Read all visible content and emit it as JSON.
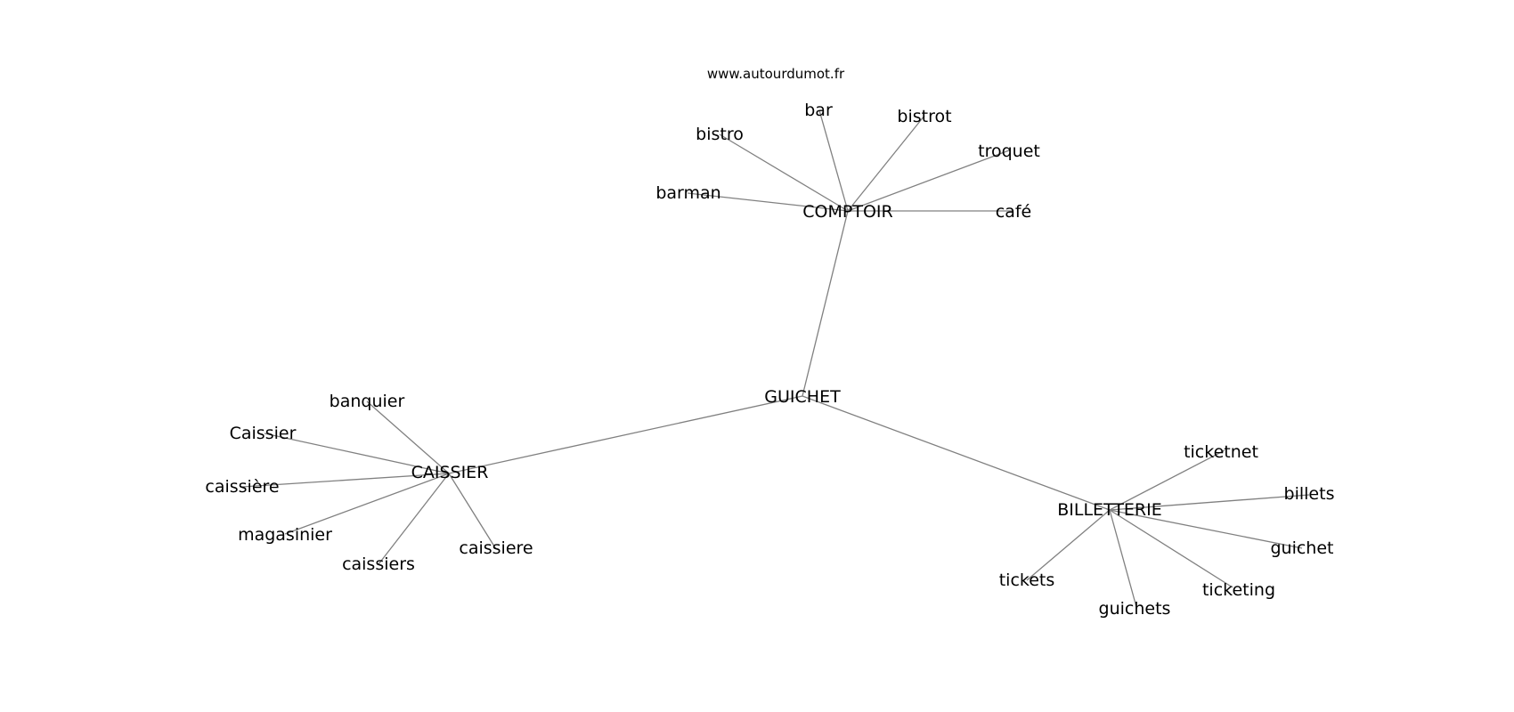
{
  "watermark": "www.autourdumot.fr",
  "colors": {
    "edge": "#808080",
    "text": "#000000",
    "background": "#ffffff"
  },
  "center": "GUICHET",
  "hubs": [
    {
      "label": "COMPTOIR",
      "leaves": [
        "bar",
        "bistrot",
        "bistro",
        "troquet",
        "barman",
        "café"
      ]
    },
    {
      "label": "CAISSIER",
      "leaves": [
        "banquier",
        "Caissier",
        "caissière",
        "magasinier",
        "caissiers",
        "caissiere"
      ]
    },
    {
      "label": "BILLETTERIE",
      "leaves": [
        "ticketnet",
        "billets",
        "guichet",
        "ticketing",
        "guichets",
        "tickets"
      ]
    }
  ]
}
